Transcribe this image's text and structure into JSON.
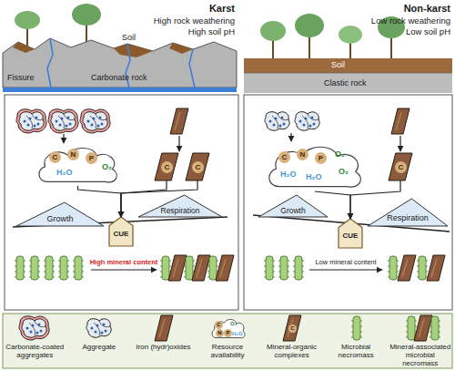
{
  "diagram": {
    "nodes": [
      {
        "text": [
          "C",
          "N",
          "P",
          "O₂",
          "H₂O"
        ]
      },
      {
        "text": [
          "C"
        ]
      },
      {
        "text": [
          "C"
        ]
      },
      {
        "text": [
          "CUE"
        ]
      },
      {
        "text": [
          "Growth"
        ]
      },
      {
        "text": [
          "Respiration"
        ]
      },
      {
        "text": [
          "C",
          "N",
          "P",
          "O₂",
          "O₂",
          "H₂O",
          "H₂O"
        ]
      },
      {
        "text": [
          "C"
        ]
      },
      {
        "text": [
          "CUE"
        ]
      },
      {
        "text": [
          "Growth"
        ]
      },
      {
        "text": [
          "Respiration"
        ]
      }
    ],
    "edges": [
      {
        "from": 0,
        "to": 3,
        "arrow": "to"
      },
      {
        "from": 1,
        "to": 3,
        "arrow": "to"
      },
      {
        "from": 2,
        "to": 3,
        "arrow": "to"
      },
      {
        "from": 6,
        "to": 8,
        "arrow": "to"
      },
      {
        "from": 7,
        "to": 8,
        "arrow": "to"
      }
    ],
    "labels": [
      "Karst",
      "High rock weathering",
      "High soil pH",
      "Non-karst",
      "Low rock weathering",
      "Low soil pH",
      "Soil",
      "Fissure",
      "Carbonate rock",
      "Soil",
      "Clastic rock",
      "High mineral content",
      "Low mineral content",
      "C",
      "O₂",
      "N",
      "P",
      "H₂O",
      "C"
    ],
    "legend": [
      {
        "text": "Carbonate-coated aggregates"
      },
      {
        "text": "Aggregate"
      },
      {
        "text": "Iron (hydr)oxides"
      },
      {
        "text": "Resource availability"
      },
      {
        "text": "Mineral-organic complexes"
      },
      {
        "text": "Microbial necromass"
      },
      {
        "text": "Mineral-associated microbial necromass"
      }
    ]
  }
}
